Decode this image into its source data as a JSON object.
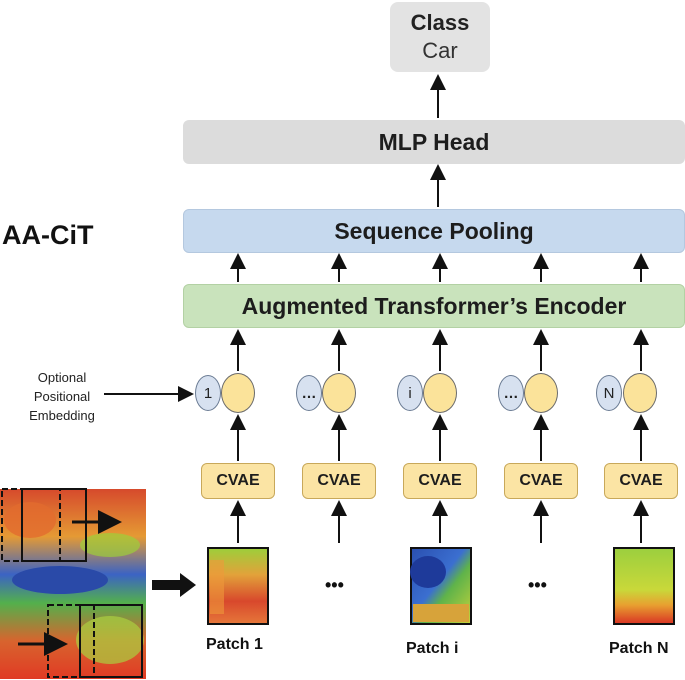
{
  "class_box": {
    "title": "Class",
    "value": "Car"
  },
  "mlp_head": "MLP Head",
  "sequence_pooling": "Sequence Pooling",
  "encoder": "Augmented Transformer’s Encoder",
  "model_name": "AA-CiT",
  "positional_label": {
    "line1": "Optional",
    "line2": "Positional",
    "line3": "Embedding"
  },
  "tokens": [
    {
      "pos": "1",
      "cvae": "CVAE"
    },
    {
      "pos": "…",
      "cvae": "CVAE"
    },
    {
      "pos": "i",
      "cvae": "CVAE"
    },
    {
      "pos": "…",
      "cvae": "CVAE"
    },
    {
      "pos": "N",
      "cvae": "CVAE"
    }
  ],
  "patches": {
    "p1": "Patch 1",
    "pi": "Patch i",
    "pn": "Patch N",
    "dots": "•••"
  },
  "colors": {
    "pooling": "#c6d9ee",
    "encoder": "#c9e3bc",
    "cvae": "#fbe4a4",
    "mlp": "#dcdcdc"
  }
}
